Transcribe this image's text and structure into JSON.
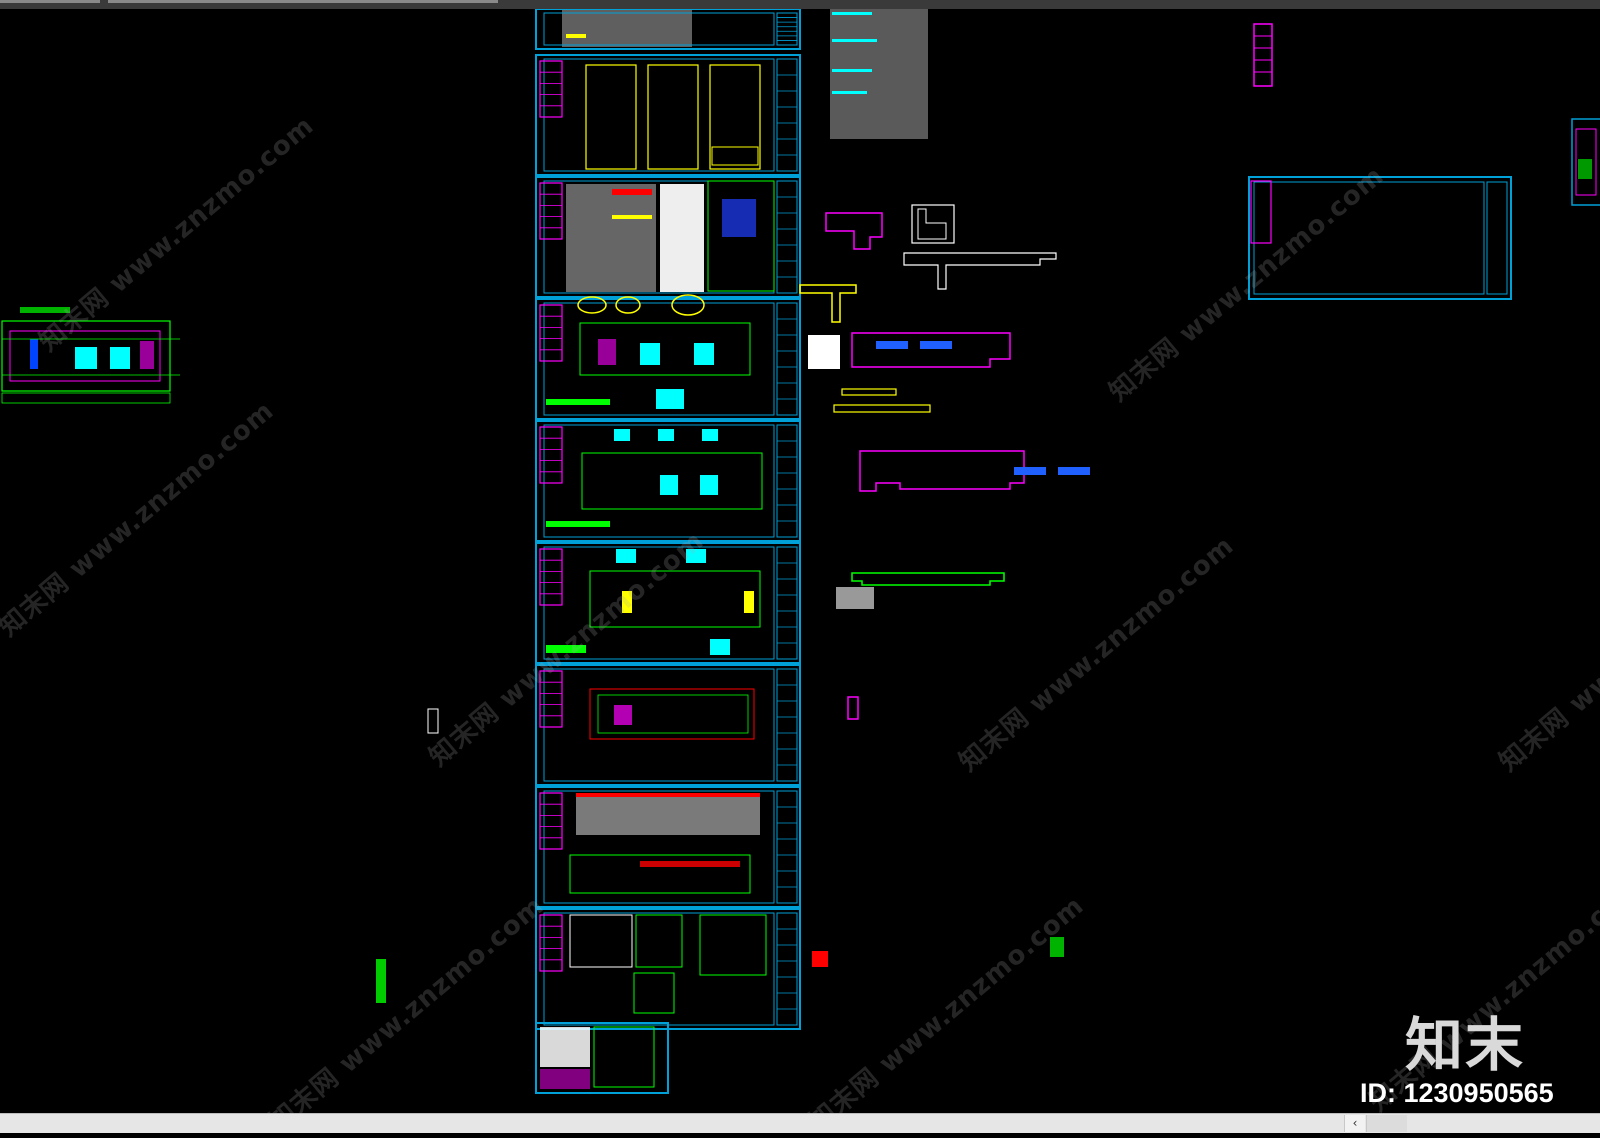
{
  "viewport": {
    "background": "#000000"
  },
  "colors": {
    "frame": "#00a0d8",
    "magenta": "#ff00ff",
    "green": "#00ff00",
    "cyan": "#00ffff",
    "yellow": "#ffff00",
    "red": "#ff0000",
    "white": "#ffffff",
    "gray": "#9a9a9a"
  },
  "watermark": {
    "text": "知末网 www.znzmo.com"
  },
  "branding": {
    "logo_text": "知末",
    "image_id": "ID: 1230950565"
  },
  "scrollbar": {
    "left_arrow": "‹"
  },
  "icons": {
    "scroll_left": "chevron-left-icon"
  }
}
